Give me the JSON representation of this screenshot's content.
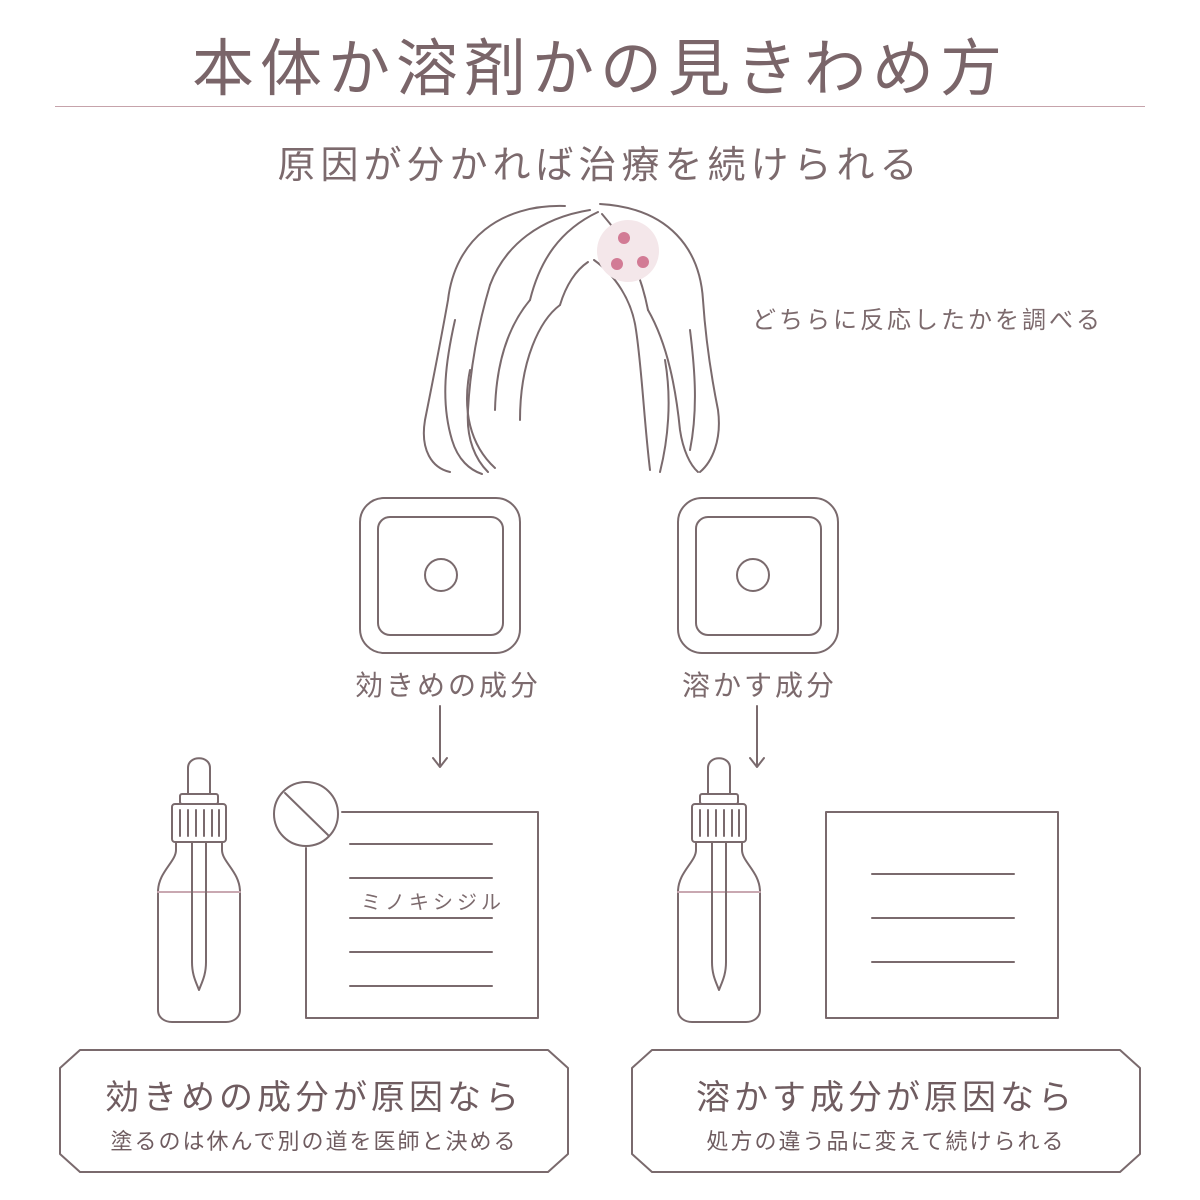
{
  "title": "本体か溶剤かの見きわめ方",
  "subtitle": "原因が分かれば治療を続けられる",
  "note": "どちらに反応したかを調べる",
  "patches": {
    "left_label": "効きめの成分",
    "right_label": "溶かす成分"
  },
  "document": {
    "ingredient": "ミノキシジル"
  },
  "results": {
    "left": {
      "title": "効きめの成分が原因なら",
      "sub": "塗るのは休んで別の道を医師と決める"
    },
    "right": {
      "title": "溶かす成分が原因なら",
      "sub": "処方の違う品に変えて続けられる"
    }
  },
  "colors": {
    "line": "#7a6a6d",
    "accent": "#c9a8b1",
    "dot": "#d27b95",
    "spot": "#f4e7ea"
  },
  "icons": [
    "hair-icon",
    "reaction-spot-icon",
    "patch-icon",
    "arrow-down-icon",
    "dropper-bottle-icon",
    "prohibited-icon",
    "document-icon"
  ]
}
